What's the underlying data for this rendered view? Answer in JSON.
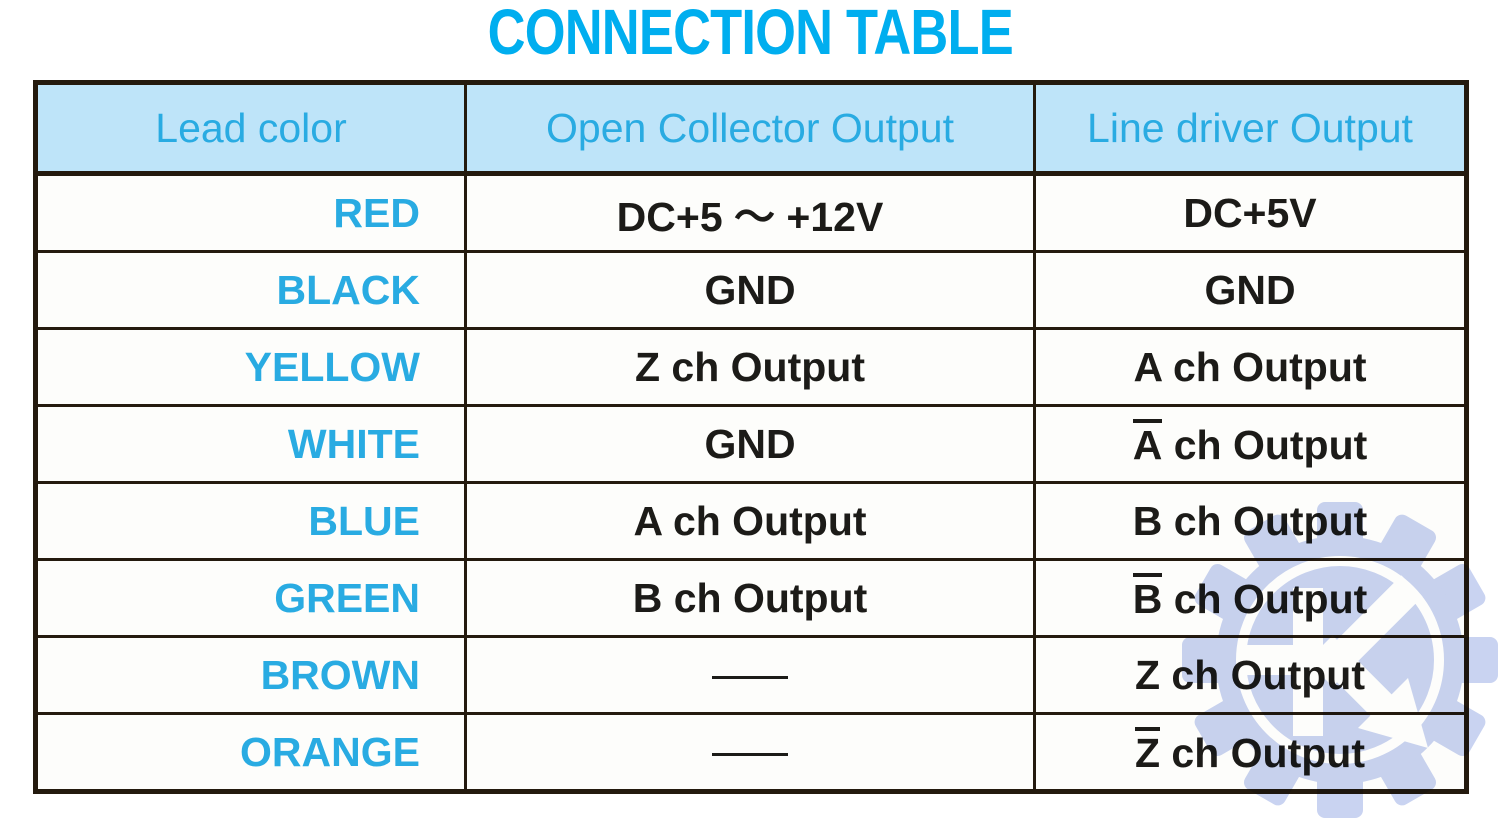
{
  "title": "CONNECTION TABLE",
  "colors": {
    "title_cyan": "#00AEEF",
    "table_cyan": "#29ABE2",
    "header_bg": "#BEE4F9",
    "text_black": "#1C1B18",
    "border_dark": "#241A0E",
    "watermark_blue": "#C9D3F1",
    "cell_bg": "#FDFDFB"
  },
  "table": {
    "headers": [
      {
        "label": "Lead color"
      },
      {
        "label": "Open Collector Output"
      },
      {
        "label": "Line driver Output"
      }
    ],
    "rows": [
      {
        "lead": "RED",
        "open_collector": {
          "text": "DC+5 ～ +12V"
        },
        "line_driver": {
          "text": "DC+5V"
        }
      },
      {
        "lead": "BLACK",
        "open_collector": {
          "text": "GND"
        },
        "line_driver": {
          "text": "GND"
        }
      },
      {
        "lead": "YELLOW",
        "open_collector": {
          "text": "Z ch Output"
        },
        "line_driver": {
          "text": "A ch Output"
        }
      },
      {
        "lead": "WHITE",
        "open_collector": {
          "text": "GND"
        },
        "line_driver": {
          "text": "A ch Output",
          "overline_first": true
        }
      },
      {
        "lead": "BLUE",
        "open_collector": {
          "text": "A ch Output"
        },
        "line_driver": {
          "text": "B ch Output"
        }
      },
      {
        "lead": "GREEN",
        "open_collector": {
          "text": "B ch Output"
        },
        "line_driver": {
          "text": "B ch Output",
          "overline_first": true
        }
      },
      {
        "lead": "BROWN",
        "open_collector": {
          "dash": true
        },
        "line_driver": {
          "text": "Z ch Output"
        }
      },
      {
        "lead": "ORANGE",
        "open_collector": {
          "dash": true
        },
        "line_driver": {
          "text": "Z ch Output",
          "overline_first": true
        }
      }
    ]
  },
  "watermark": {
    "icon": "gear-k-arrow-logo"
  }
}
